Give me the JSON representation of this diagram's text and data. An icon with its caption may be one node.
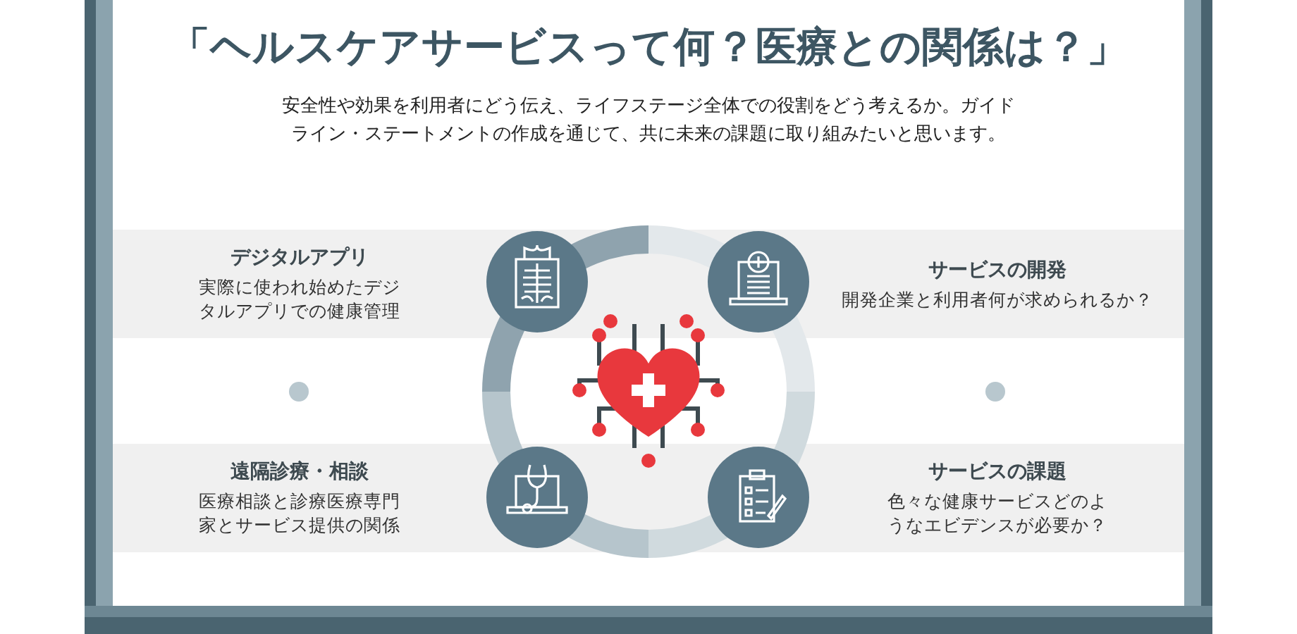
{
  "diagram": {
    "title": "「ヘルスケアサービスって何？医療との関係は？」",
    "nodes": [
      {
        "text": [
          "デジタルアプリ",
          "実際に使われ始めたデジタルアプリでの健康管理"
        ]
      },
      {
        "text": [
          "サービスの開発",
          "開発企業と利用者何が求められるか？"
        ]
      },
      {
        "text": [
          "遠隔診療・相談",
          "医療相談と診療医療専門家とサービス提供の関係"
        ]
      },
      {
        "text": [
          "サービスの課題",
          "色々な健康サービスどのようなエビデンスが必要か？"
        ]
      }
    ],
    "labels": [
      "安全性や効果を利用者にどう伝え、ライフステージ全体での役割をどう考えるか。ガイドライン・ステートメントの作成を通じて、共に未来の課題に取り組みたいと思います。"
    ]
  }
}
